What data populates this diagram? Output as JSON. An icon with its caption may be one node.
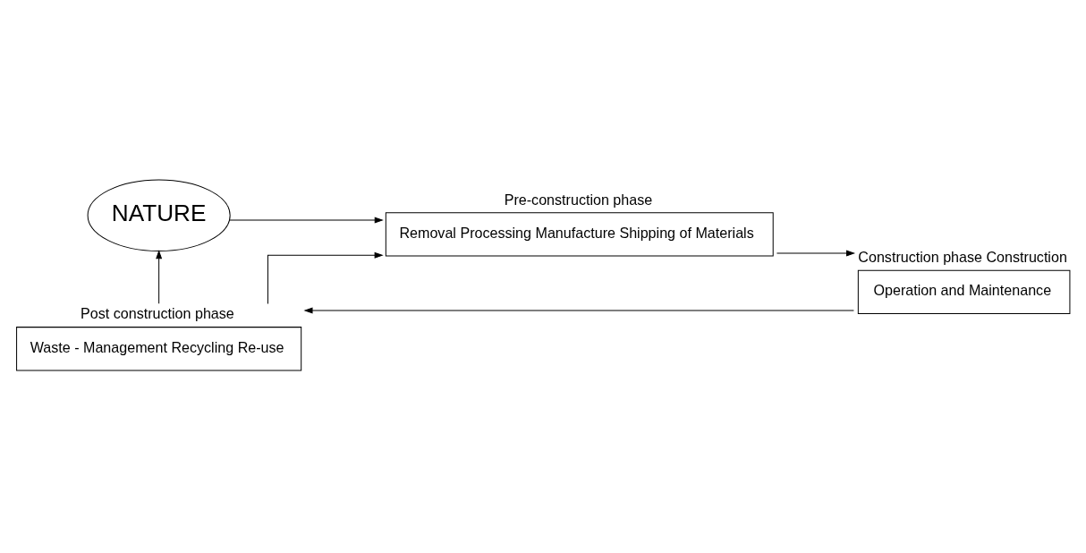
{
  "diagram": {
    "nodes": [
      {
        "text": [
          "NATURE"
        ]
      },
      {
        "text": [
          "Pre-construction phase",
          "Removal Processing Manufacture Shipping of Materials"
        ]
      },
      {
        "text": [
          "Construction phase Construction",
          "Operation and Maintenance"
        ]
      },
      {
        "text": [
          "Post construction phase",
          "Waste - Management Recycling Re-use"
        ]
      }
    ],
    "edges": [
      {
        "from": 0,
        "to": 1,
        "arrow": "to"
      },
      {
        "from": 3,
        "to": 1,
        "arrow": "to"
      },
      {
        "from": 1,
        "to": 2,
        "arrow": "to"
      },
      {
        "from": 2,
        "to": 3,
        "arrow": "to"
      },
      {
        "from": 3,
        "to": 0,
        "arrow": "to"
      }
    ]
  }
}
